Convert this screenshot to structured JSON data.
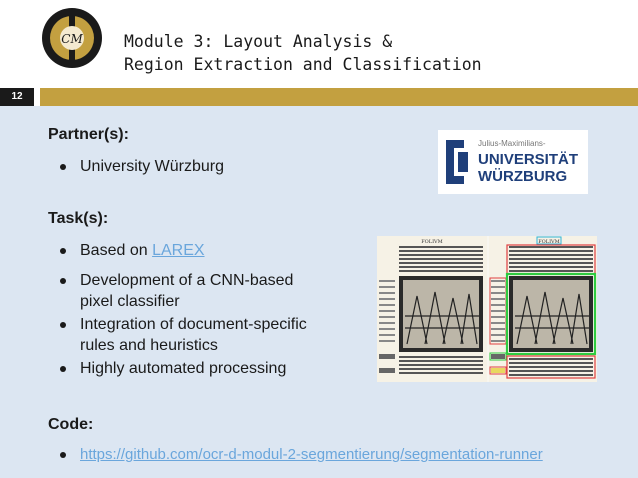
{
  "header": {
    "title_line1": "Module 3: Layout Analysis &",
    "title_line2": "Region Extraction and Classification",
    "logo_letters": "CM",
    "slide_number": "12"
  },
  "partners": {
    "heading": "Partner(s):",
    "items": [
      "University Würzburg"
    ]
  },
  "tasks": {
    "heading": "Task(s):",
    "item1_prefix": "Based on ",
    "item1_link": "LAREX",
    "item2": "Development of a CNN-based pixel classifier",
    "item3": "Integration of document-specific rules and heuristics",
    "item4": "Highly automated processing"
  },
  "code": {
    "heading": "Code:",
    "link": "https://github.com/ocr-d-modul-2-segmentierung/segmentation-runner"
  },
  "uni_logo": {
    "line1": "Julius-Maximilians-",
    "line2": "UNIVERSITÄT",
    "line3": "WÜRZBURG"
  },
  "doc_image": {
    "header_text": "FOLIVM"
  },
  "colors": {
    "gold": "#c3a040",
    "panel": "#dce6f2",
    "link": "#6aa6dc",
    "uni_blue": "#1f3f7a"
  }
}
